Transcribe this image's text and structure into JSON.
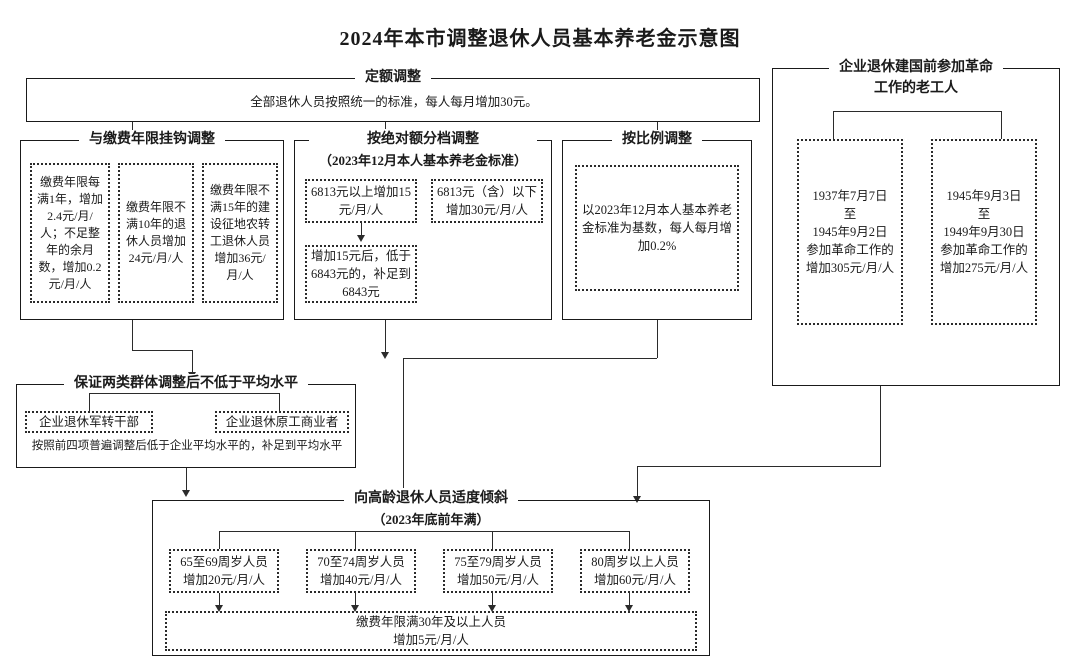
{
  "title": "2024年本市调整退休人员基本养老金示意图",
  "fixed_adjustment": {
    "legend": "定额调整",
    "body": "全部退休人员按照统一的标准，每人每月增加30元。"
  },
  "contribution_years": {
    "legend": "与缴费年限挂钩调整",
    "boxes": [
      "缴费年限每满1年，增加2.4元/月/人；不足整年的余月数，增加0.2元/月/人",
      "缴费年限不满10年的退休人员增加24元/月/人",
      "缴费年限不满15年的建设征地农转工退休人员增加36元/月/人"
    ]
  },
  "absolute_tier": {
    "legend_line1": "按绝对额分档调整",
    "legend_line2": "（2023年12月本人基本养老金标准）",
    "box_above": "6813元以上增加15元/月/人",
    "box_below": "6813元（含）以下增加30元/月/人",
    "box_makeup": "增加15元后，低于6843元的，补足到6843元"
  },
  "proportional": {
    "legend": "按比例调整",
    "body": "以2023年12月本人基本养老金标准为基数，每人每月增加0.2%"
  },
  "revolution_workers": {
    "legend_line1": "企业退休建国前参加革命",
    "legend_line2": "工作的老工人",
    "boxes": [
      "1937年7月7日\n至\n1945年9月2日\n参加革命工作的\n增加305元/月/人",
      "1945年9月3日\n至\n1949年9月30日\n参加革命工作的\n增加275元/月/人"
    ]
  },
  "two_groups": {
    "legend": "保证两类群体调整后不低于平均水平",
    "box_left": "企业退休军转干部",
    "box_right": "企业退休原工商业者",
    "note": "按照前四项普遍调整后低于企业平均水平的，补足到平均水平"
  },
  "elderly": {
    "legend_line1": "向高龄退休人员适度倾斜",
    "legend_line2": "（2023年底前年满）",
    "boxes": [
      "65至69周岁人员增加20元/月/人",
      "70至74周岁人员增加40元/月/人",
      "75至79周岁人员增加50元/月/人",
      "80周岁以上人员增加60元/月/人"
    ],
    "bottom_box": "缴费年限满30年及以上人员\n增加5元/月/人"
  },
  "colors": {
    "ink": "#1a1a1a",
    "line": "#2b2b2b",
    "background": "#ffffff"
  }
}
